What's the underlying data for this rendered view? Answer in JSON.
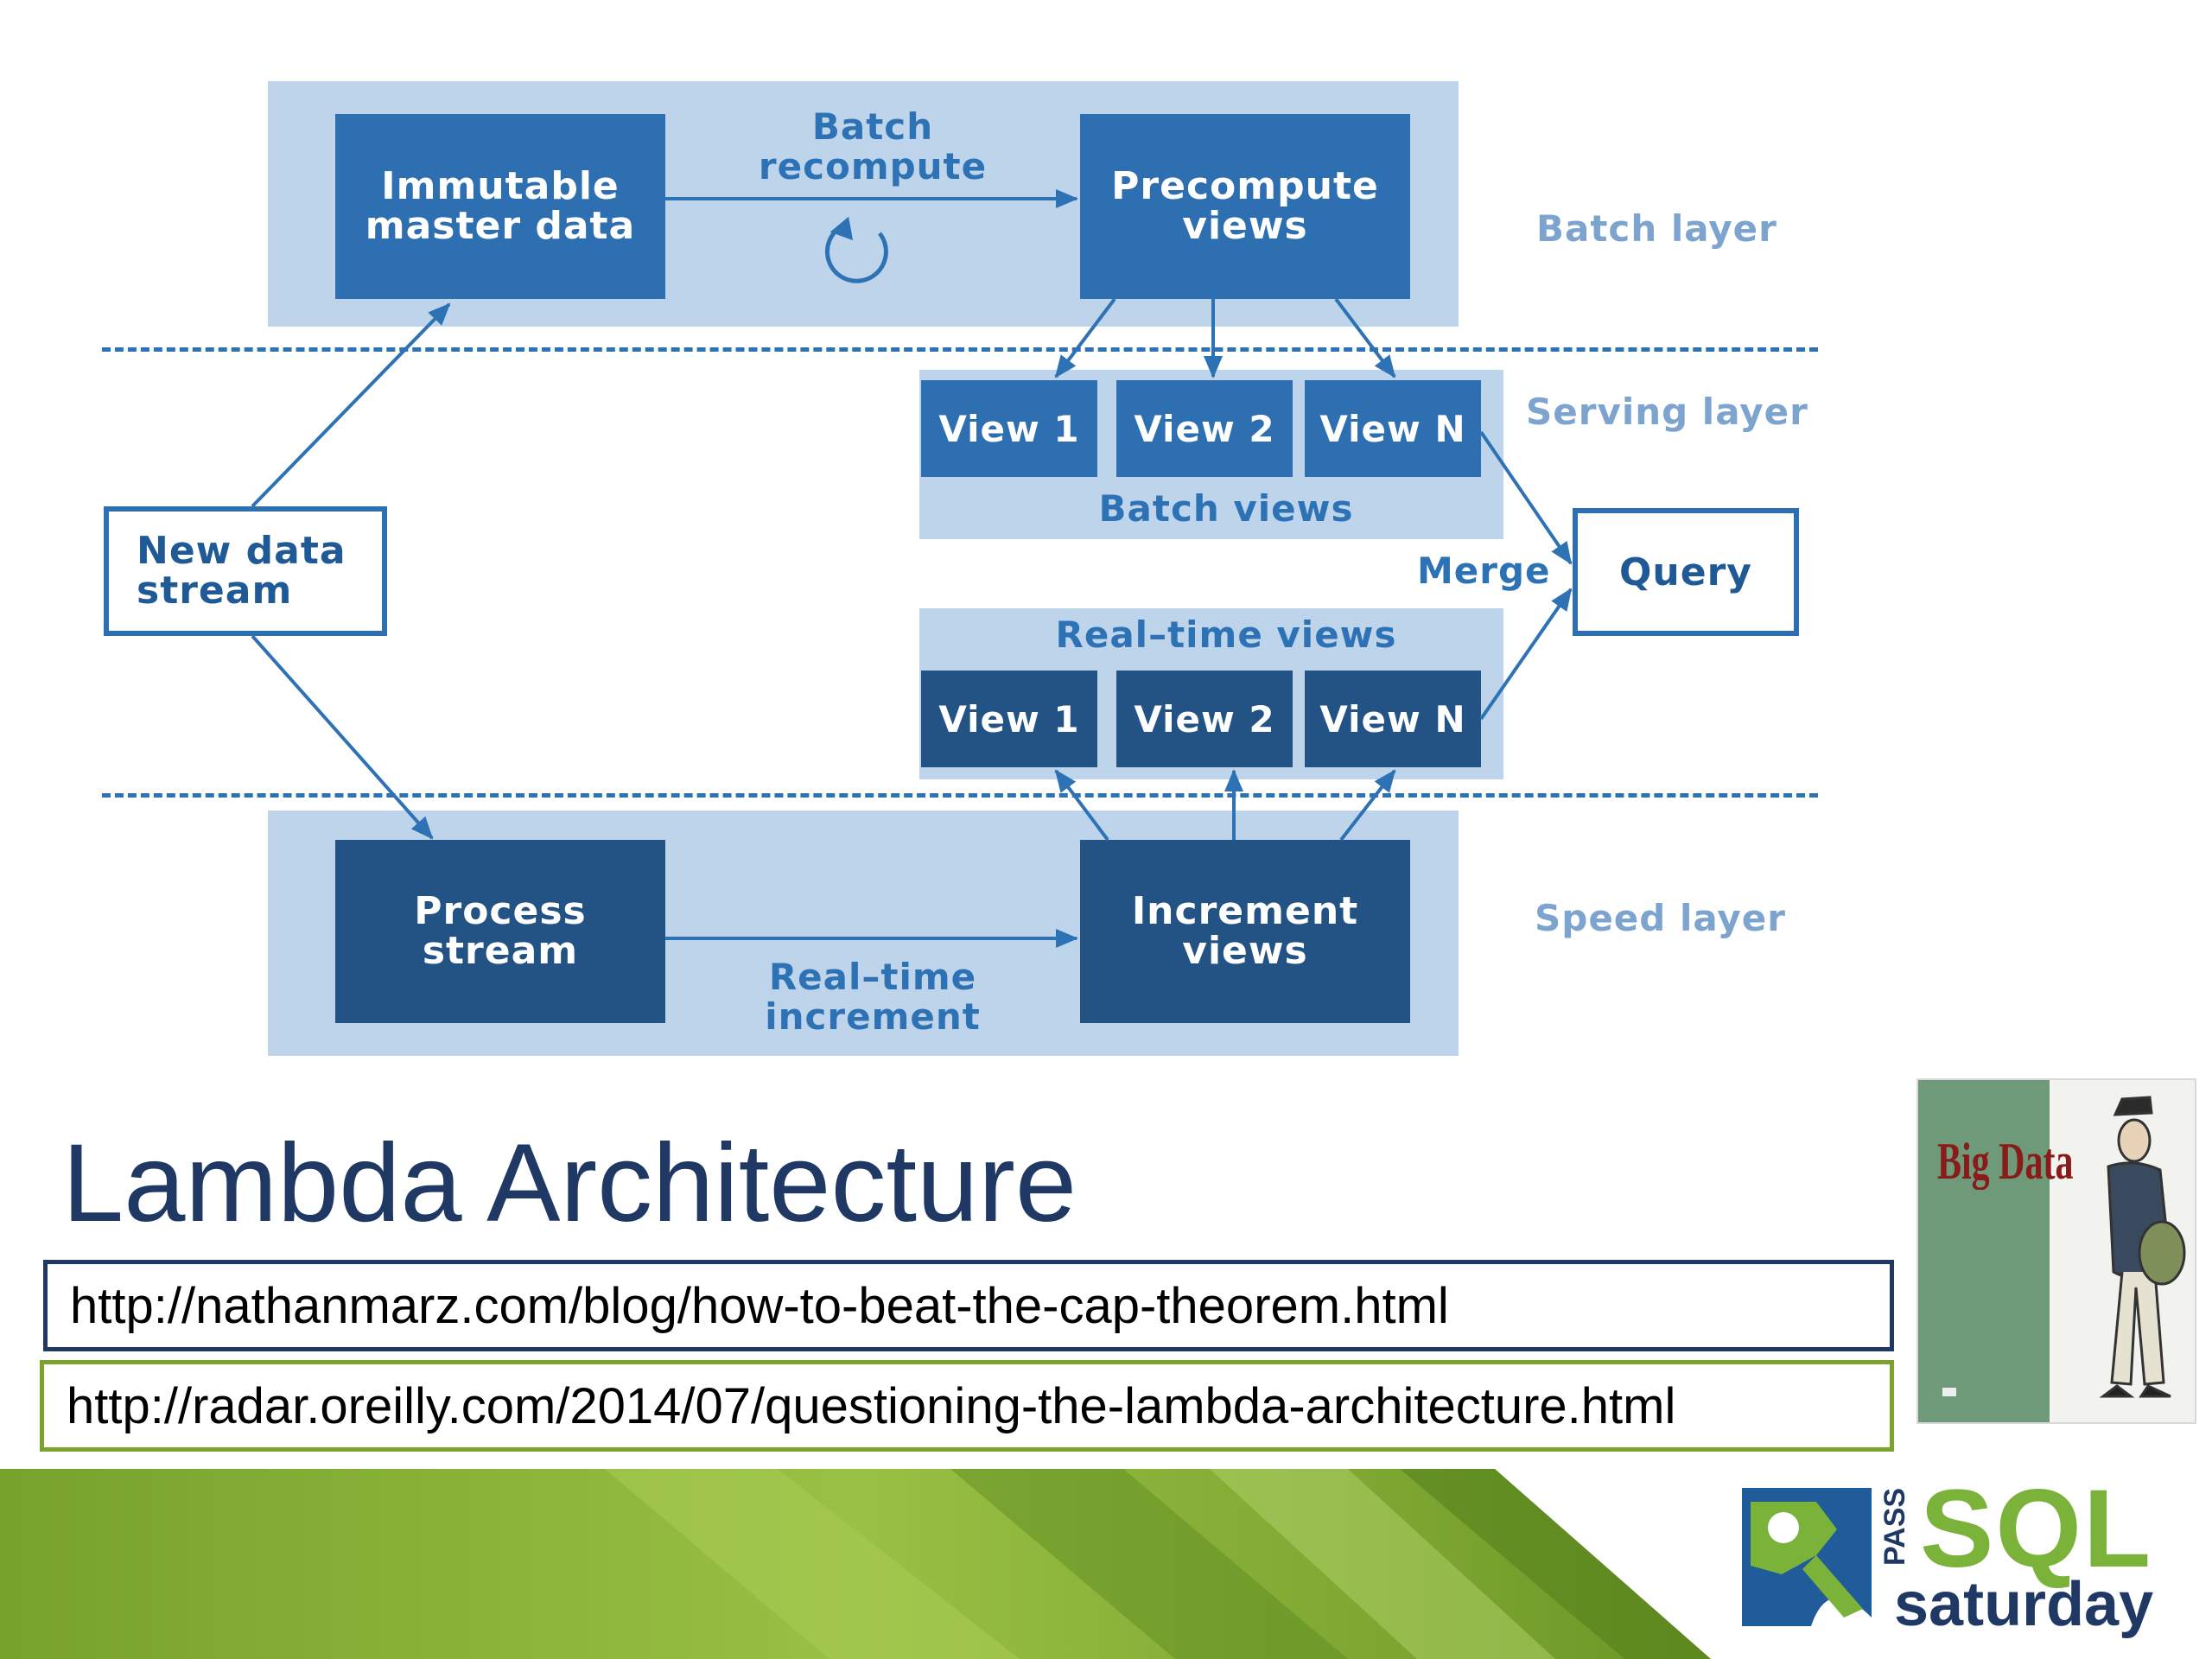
{
  "diagram": {
    "batch_layer": {
      "master_data": "Immutable\nmaster data",
      "recompute_label": "Batch\nrecompute",
      "precompute": "Precompute\nviews",
      "layer_label": "Batch layer"
    },
    "serving_layer": {
      "layer_label": "Serving layer",
      "batch_views_caption": "Batch views",
      "batch_views": [
        "View 1",
        "View 2",
        "View N"
      ]
    },
    "realtime": {
      "caption": "Real–time views",
      "views": [
        "View 1",
        "View 2",
        "View N"
      ]
    },
    "speed_layer": {
      "process": "Process\nstream",
      "increment_label": "Real–time\nincrement",
      "increment": "Increment\nviews",
      "layer_label": "Speed layer"
    },
    "new_data": "New data\nstream",
    "merge": "Merge",
    "query": "Query",
    "colors": {
      "band": "#bdd4ea",
      "block": "#2d6fb0",
      "dark_block": "#235384",
      "accent": "#2e72b6"
    }
  },
  "slide": {
    "title": "Lambda Architecture",
    "links": [
      "http://nathanmarz.com/blog/how-to-beat-the-cap-theorem.html",
      "http://radar.oreilly.com/2014/07/questioning-the-lambda-architecture.html"
    ]
  },
  "book": {
    "title": "Big Data"
  },
  "logo": {
    "pass": "PASS",
    "sql": "SQL",
    "saturday": "saturday"
  }
}
